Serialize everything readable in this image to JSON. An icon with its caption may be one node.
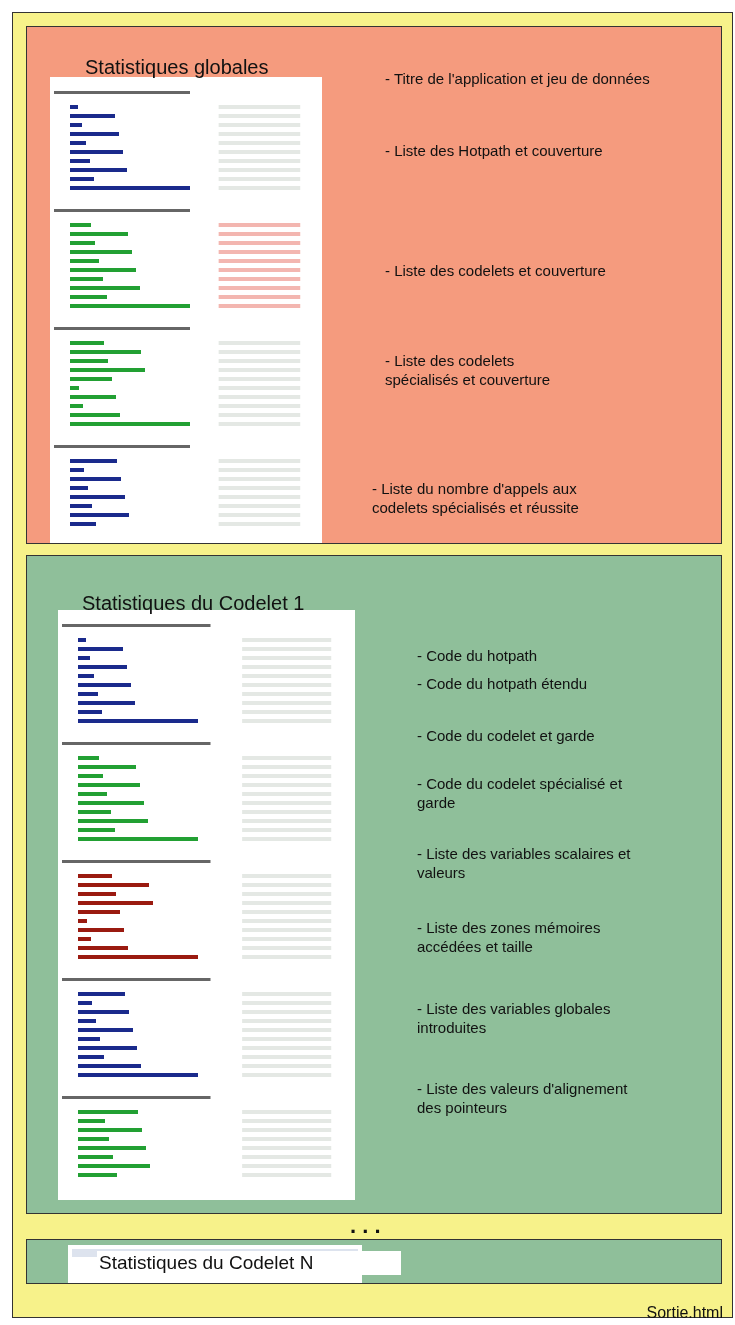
{
  "diagram": {
    "nodes": [
      {
        "text": [
          "Sortie.html"
        ]
      },
      {
        "text": [
          "Statistiques globales",
          "- Titre de l'application et jeu de données",
          "- Liste des Hotpath et couverture",
          "- Liste des codelets et couverture",
          "- Liste des codelets spécialisés et couverture",
          "- Liste du nombre d'appels aux codelets spécialisés et réussite"
        ],
        "in": 0
      },
      {
        "text": [
          "Statistiques du Codelet 1",
          "- Code du hotpath",
          "- Code du hotpath étendu",
          "- Code du codelet et garde",
          "- Code du codelet spécialisé et garde",
          "- Liste des variables scalaires et valeurs",
          "- Liste des zones mémoires accédées et taille",
          "- Liste des variables globales introduites",
          "- Liste des valeurs d'alignement des pointeurs"
        ],
        "in": 0
      },
      {
        "text": [
          "Statistiques du Codelet N"
        ],
        "in": 0
      }
    ],
    "labels": [
      ". . ."
    ]
  }
}
